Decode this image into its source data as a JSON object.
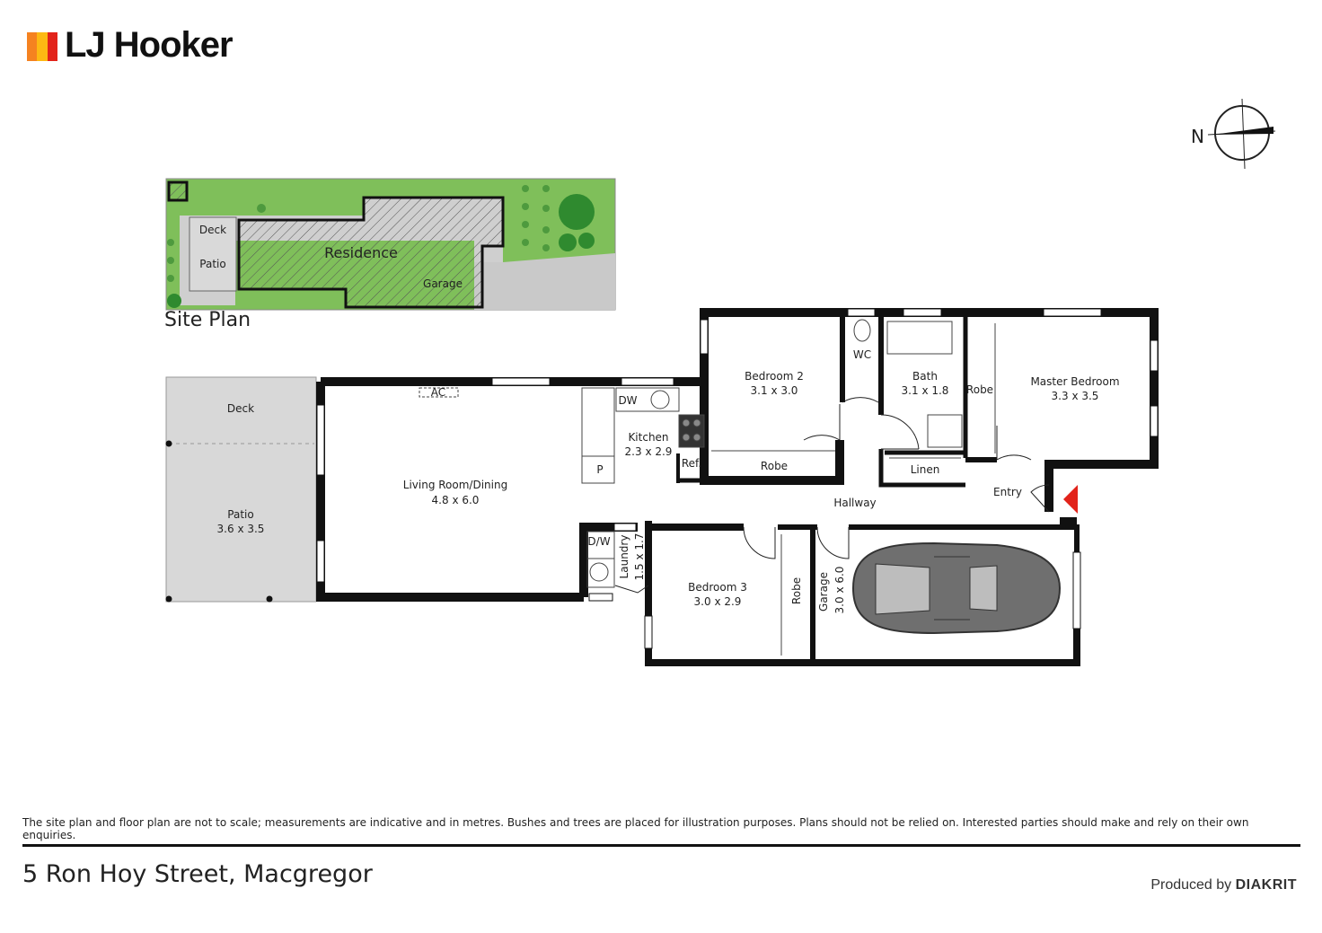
{
  "brand": {
    "name": "LJ Hooker",
    "bar_colors": [
      "#f58220",
      "#fdb913",
      "#e2231a"
    ]
  },
  "compass": {
    "label": "N"
  },
  "site_plan": {
    "title": "Site Plan",
    "labels": {
      "deck": "Deck",
      "patio": "Patio",
      "residence": "Residence",
      "garage": "Garage"
    },
    "grass_color": "#7fbf5a",
    "paving_color": "#c9c9c9"
  },
  "floor_plan": {
    "rooms": {
      "deck": {
        "name": "Deck"
      },
      "patio": {
        "name": "Patio",
        "size": "3.6 x 3.5"
      },
      "living": {
        "name": "Living Room/Dining",
        "size": "4.8 x 6.0"
      },
      "ac": {
        "name": "AC"
      },
      "dw": {
        "name": "DW"
      },
      "kitchen": {
        "name": "Kitchen",
        "size": "2.3 x 2.9"
      },
      "pantry": {
        "name": "P"
      },
      "ref": {
        "name": "Ref."
      },
      "bedroom2": {
        "name": "Bedroom 2",
        "size": "3.1 x 3.0"
      },
      "robe2": {
        "name": "Robe"
      },
      "wc": {
        "name": "WC"
      },
      "bath": {
        "name": "Bath",
        "size": "3.1 x 1.8"
      },
      "linen": {
        "name": "Linen"
      },
      "robe_master": {
        "name": "Robe"
      },
      "master": {
        "name": "Master Bedroom",
        "size": "3.3 x 3.5"
      },
      "hallway": {
        "name": "Hallway"
      },
      "entry": {
        "name": "Entry"
      },
      "laundry_dw": {
        "name": "D/W"
      },
      "laundry": {
        "name": "Laundry",
        "size": "1.5 x 1.7"
      },
      "bedroom3": {
        "name": "Bedroom 3",
        "size": "3.0 x 2.9"
      },
      "robe3": {
        "name": "Robe"
      },
      "garage": {
        "name": "Garage",
        "size": "3.0 x 6.0"
      }
    },
    "wall_color": "#111111",
    "entry_marker_color": "#e2231a",
    "car_color": "#6f6f6f"
  },
  "footer": {
    "disclaimer": "The site plan and floor plan are not to scale; measurements are indicative and in metres. Bushes and trees are placed for illustration purposes. Plans should not be relied on. Interested parties should make and rely on their own enquiries.",
    "address": "5 Ron Hoy Street, Macgregor",
    "produced_prefix": "Produced by",
    "produced_brand": "DIAKRIT"
  }
}
